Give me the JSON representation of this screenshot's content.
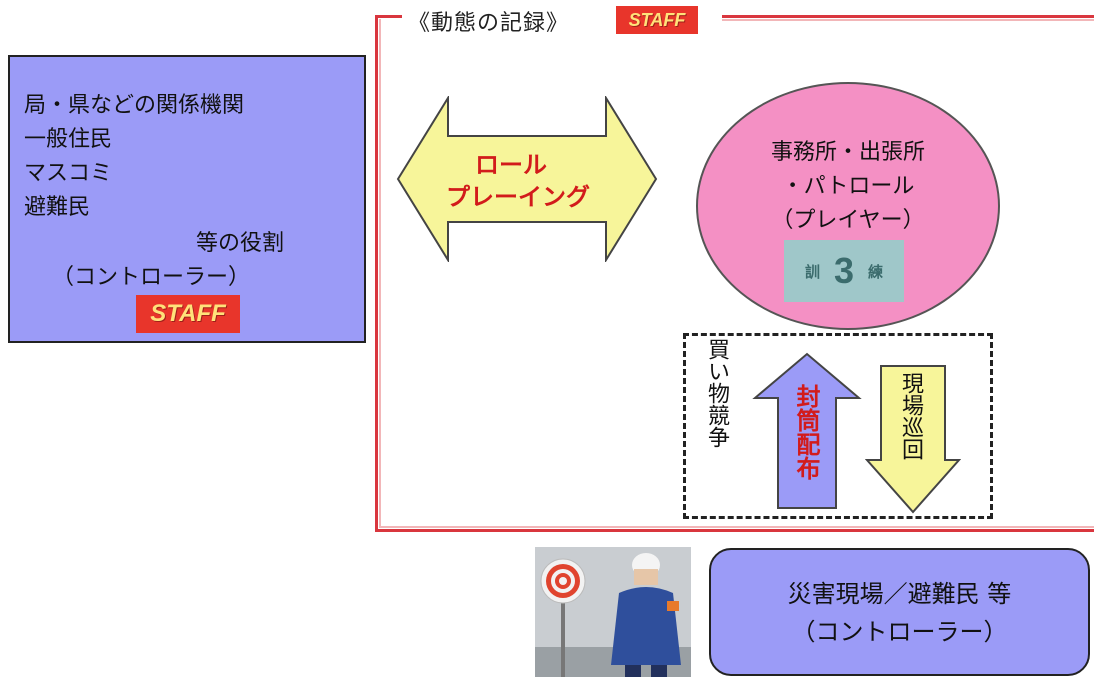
{
  "header": {
    "title": "《動態の記録》",
    "staff_badge": "STAFF"
  },
  "left_box": {
    "lines": [
      "局・県などの関係機関",
      "一般住民",
      "マスコミ",
      "避難民"
    ],
    "role_line": "等の役割",
    "controller_line": "（コントローラー）",
    "staff_badge": "STAFF",
    "color": "#9b9bf7"
  },
  "roleplay_arrow": {
    "line1": "ロール",
    "line2": "プレーイング",
    "color": "#f7f59a",
    "text_color": "#d21b1b"
  },
  "player_circle": {
    "line1": "事務所・出張所",
    "line2": "・パトロール",
    "line3": "（プレイヤー）",
    "color": "#f490c4",
    "badge": {
      "left": "訓",
      "number": "3",
      "right": "練"
    }
  },
  "actions": {
    "shopping_race": "買い物競争",
    "envelope_arrow_label": "封筒配布",
    "site_patrol_arrow_label": "現場巡回",
    "up_arrow_color": "#9b9bf7",
    "down_arrow_color": "#f7f59a"
  },
  "bottom_box": {
    "line1": "災害現場／避難民 等",
    "line2": "（コントローラー）",
    "color": "#9b9bf7"
  },
  "icons": {
    "photo": "staff-with-sign-photo"
  }
}
